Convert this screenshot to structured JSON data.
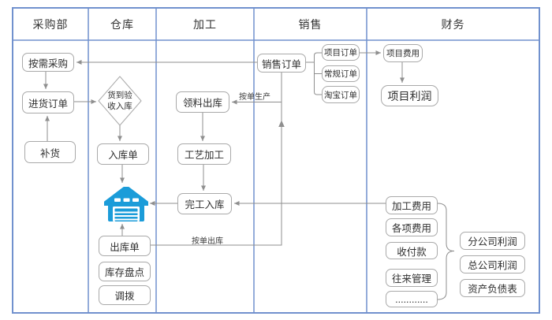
{
  "lanes": [
    "采购部",
    "仓库",
    "加工",
    "销售",
    "财务"
  ],
  "nodes": {
    "demand_purchase": "按需采购",
    "purchase_order": "进货订单",
    "replenish": "补货",
    "inbound_note": "入库单",
    "outbound_note": "出库单",
    "stock_count": "库存盘点",
    "transfer": "调拨",
    "material_issue": "领料出库",
    "craft_process": "工艺加工",
    "finish_inbound": "完工入库",
    "sales_order": "销售订单",
    "project_order": "项目订单",
    "regular_order": "常规订单",
    "taobao_order": "淘宝订单",
    "project_cost": "项目费用",
    "project_profit": "项目利润",
    "processing_cost": "加工费用",
    "misc_cost": "各项费用",
    "payments": "收付款",
    "contacts_mgmt": "往来管理",
    "more_dots": "............",
    "branch_profit": "分公司利润",
    "hq_profit": "总公司利润",
    "balance_sheet": "资产负债表"
  },
  "diamond": {
    "line1": "货到验",
    "line2": "收入库"
  },
  "edge_labels": {
    "make_to_order": "按单生产",
    "outbound_by_order": "按单出库"
  },
  "icons": {
    "warehouse": "warehouse-icon"
  },
  "colors": {
    "lane_border": "#7191ce",
    "node_border": "#a9a9a9",
    "connector": "#8f8f8f",
    "text": "#2f2f2f",
    "warehouse_blue": "#1b9cd9",
    "background": "#ffffff"
  }
}
